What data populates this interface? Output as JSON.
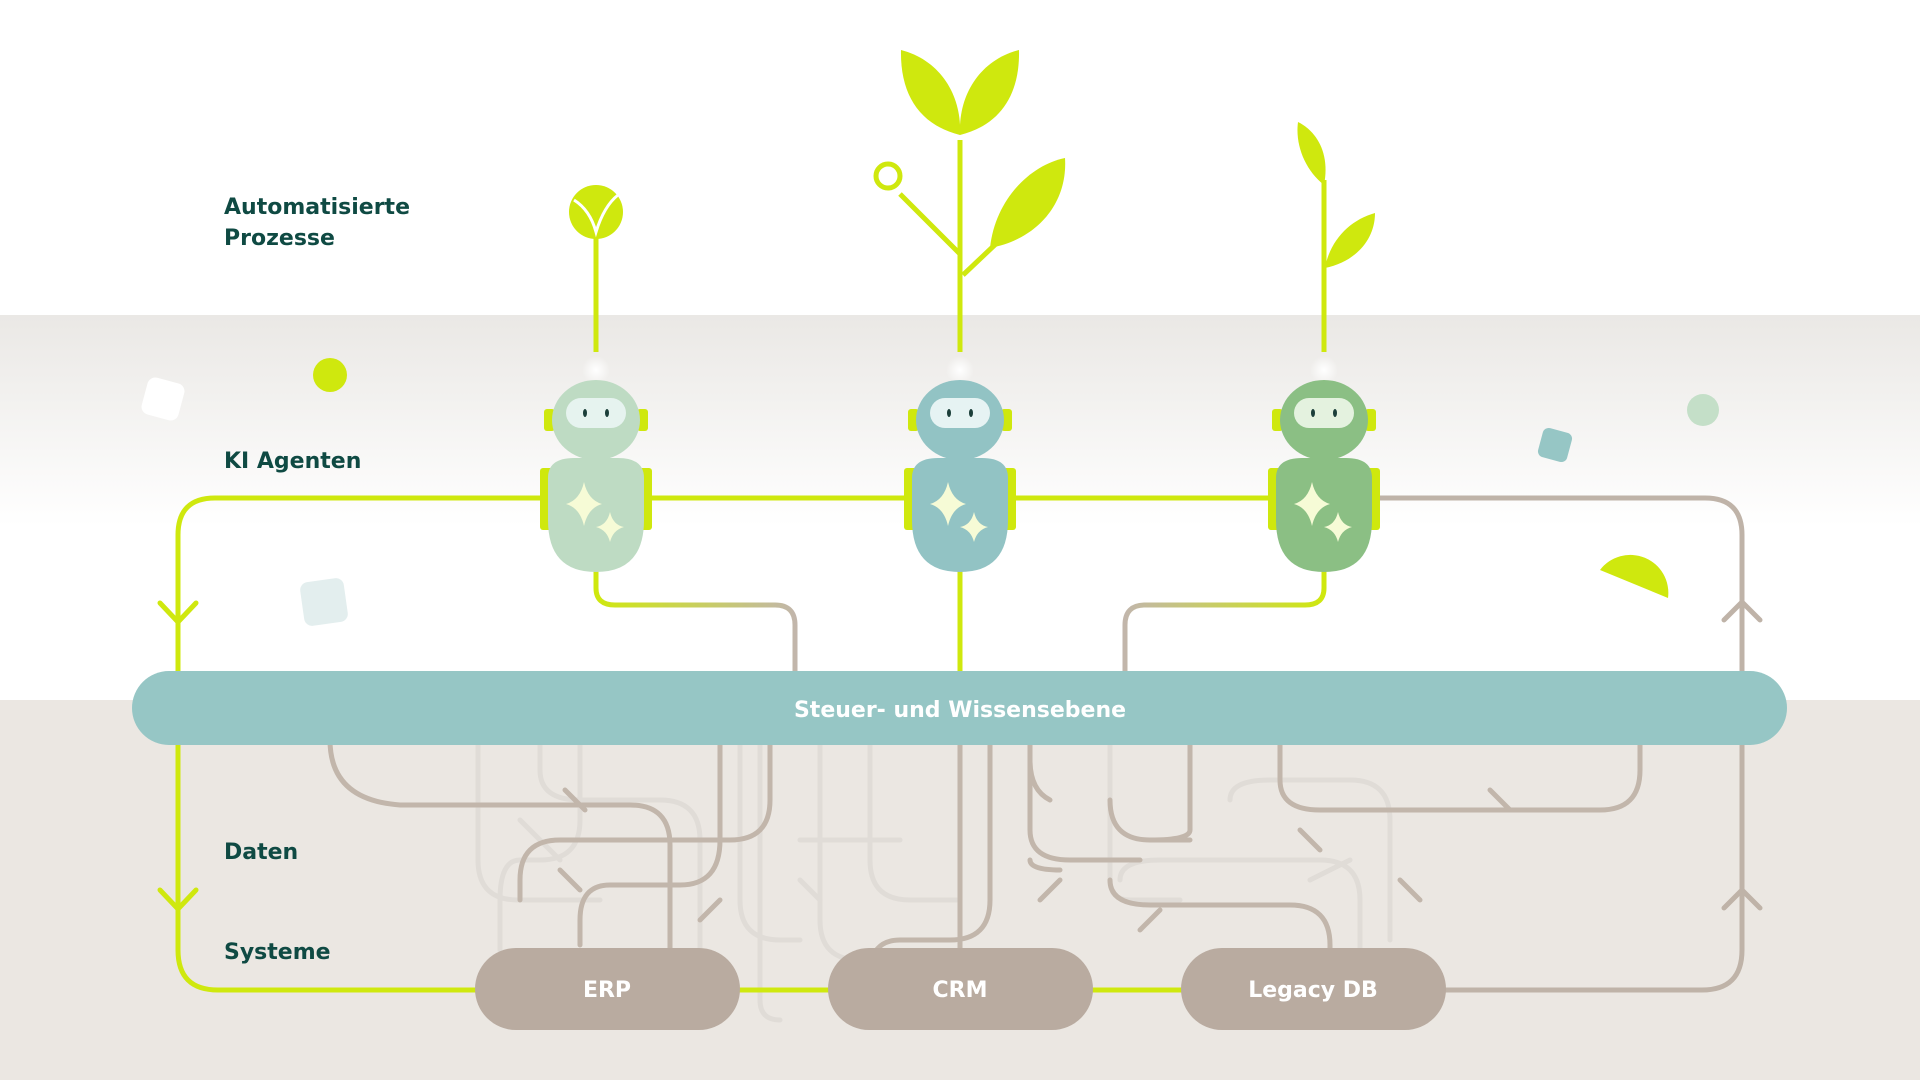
{
  "layers": {
    "processes": [
      "Automatisierte",
      "Prozesse"
    ],
    "agents": "KI Agenten",
    "data": "Daten",
    "systems": "Systeme"
  },
  "control_bar": {
    "label": "Steuer- und Wissensebene"
  },
  "systems": [
    {
      "label": "ERP"
    },
    {
      "label": "CRM"
    },
    {
      "label": "Legacy DB"
    }
  ],
  "colors": {
    "lime": "#cfe80e",
    "teal": "#96c6c5",
    "taupe": "#b9aba0",
    "dark_text": "#0f4a43",
    "band_top": "#ebe9e6",
    "band_bottom": "#ebe7e2",
    "robot_light": "#bedbc3",
    "robot_teal": "#92c3c4",
    "robot_green": "#8bbf84"
  }
}
